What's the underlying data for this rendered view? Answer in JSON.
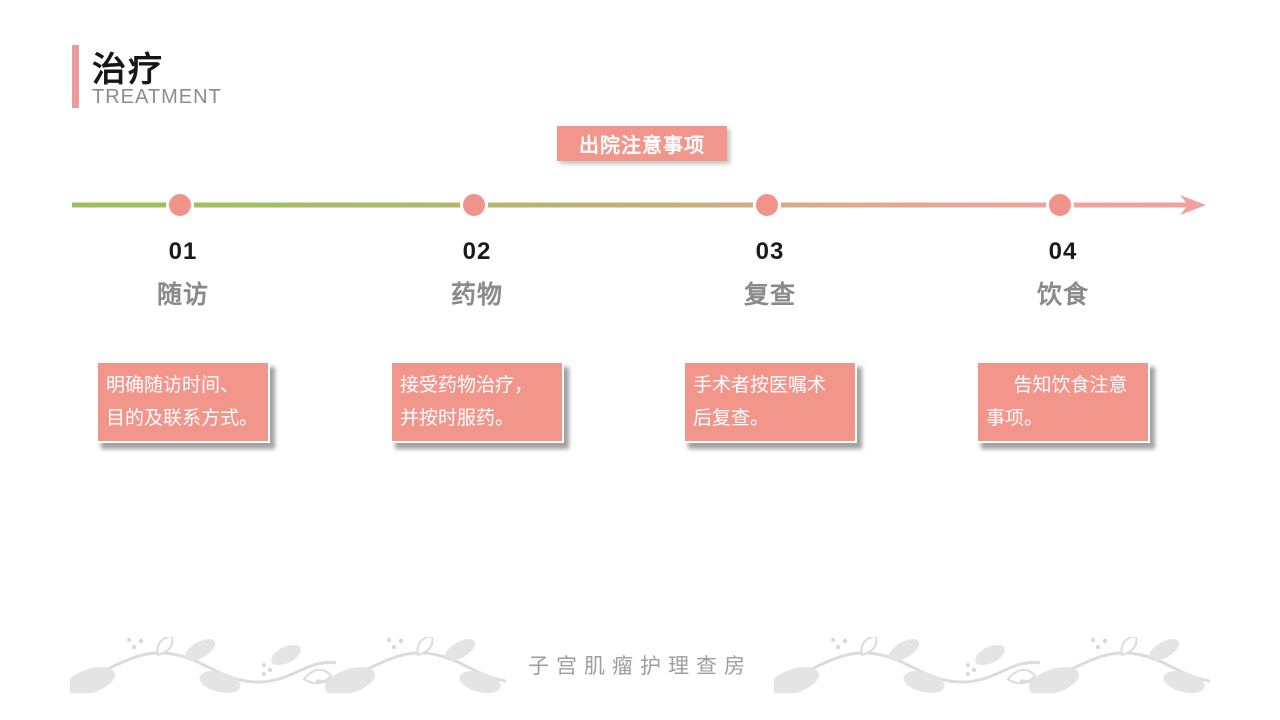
{
  "header": {
    "title": "治疗",
    "subtitle": "TREATMENT"
  },
  "badge": {
    "label": "出院注意事项"
  },
  "timeline": {
    "steps": [
      {
        "number": "01",
        "label": "随访",
        "lines": [
          "明确随访时间、",
          "目的及联系方式。"
        ]
      },
      {
        "number": "02",
        "label": "药物",
        "lines": [
          "接受药物治疗，",
          "并按时服药。"
        ]
      },
      {
        "number": "03",
        "label": "复查",
        "lines": [
          "手术者按医嘱术",
          "后复查。"
        ]
      },
      {
        "number": "04",
        "label": "饮食",
        "lines": [
          "告知饮食注意",
          "事项。"
        ]
      }
    ]
  },
  "footer": {
    "label": "子宫肌瘤护理查房"
  },
  "colors": {
    "accent_pink": "#F2968C",
    "dot_pink": "#F2938B",
    "title_bar_pink": "#EC9C98",
    "line_green_start": "#9CC15B",
    "line_olive_mid": "#C2B176",
    "line_pink_end": "#F0A19C",
    "number_black": "#1A1A1A",
    "label_gray": "#8A8A8A",
    "footer_gray": "#9E9E9E",
    "box_text_white": "#FFFFFF",
    "vine_gray": "#E4E4E4"
  }
}
